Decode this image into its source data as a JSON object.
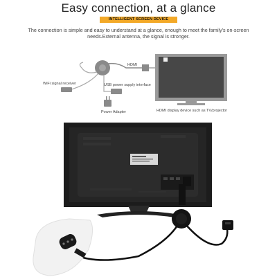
{
  "header": {
    "title": "Easy connection, at a glance",
    "banner": "INTELLIGENT SCREEN DEVICE",
    "description": "The connection is simple and easy to understand at a glance, enough to meet the family's on-screen needs.External antenna, the signal is stronger."
  },
  "diagram": {
    "hdmi_label": "HDMI",
    "wifi_label": "WiFi signal receiver",
    "usb_label": "USB power supply interface",
    "adapter_label": "Power Adapter",
    "display_label": "HDMI display device such as TV/projector"
  },
  "colors": {
    "banner": "#f3a928",
    "tv_back": "#1c1c1c",
    "diagram_gray": "#8a8a8a"
  }
}
